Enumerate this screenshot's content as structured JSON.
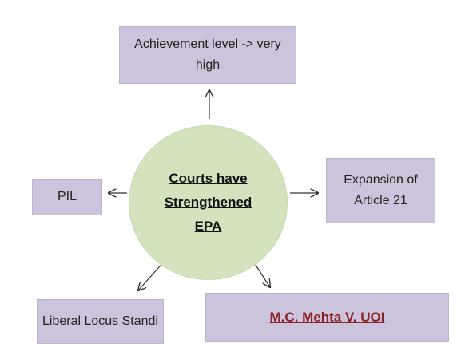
{
  "colors": {
    "box_fill": "#ccc3dc",
    "circle_fill": "#d3e3bd",
    "highlight_text": "#8b2226",
    "arrow": "#333333"
  },
  "center": {
    "label": "Courts  have\nStrengthened\nEPA"
  },
  "nodes": {
    "top": "Achievement level -> very high",
    "left": "PIL",
    "right": "Expansion of Article 21",
    "bottom_left": "Liberal Locus Standi",
    "bottom_right": "M.C. Mehta  V.  UOI"
  }
}
